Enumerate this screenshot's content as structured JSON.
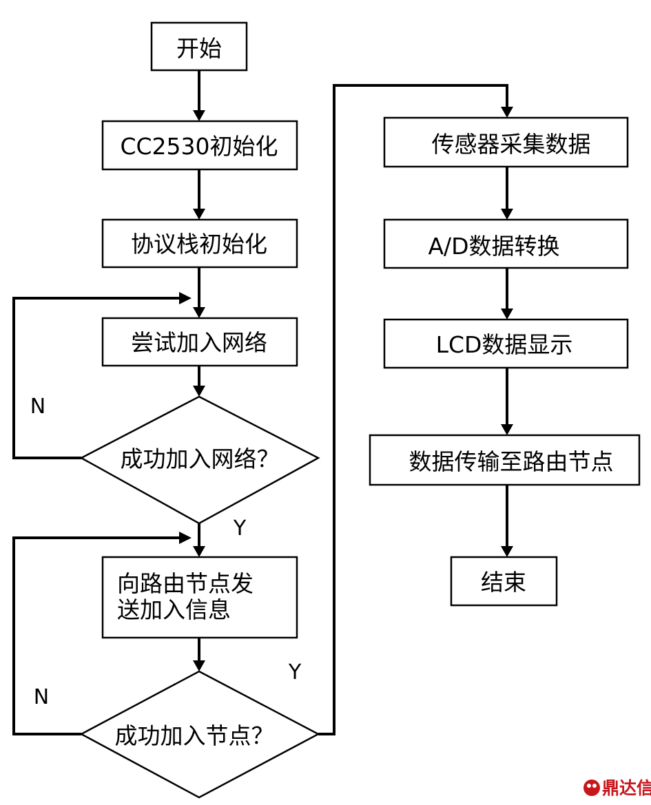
{
  "nodes": {
    "start": "开始",
    "init_cc2530": "CC2530初始化",
    "init_stack": "协议栈初始化",
    "try_join": "尝试加入网络",
    "join_ok_q": "成功加入网络？",
    "send_join_line1": "向路由节点发",
    "send_join_line2": "送加入信息",
    "node_ok_q": "成功加入节点？",
    "sensor": "传感器采集数据",
    "ad": "A/D数据转换",
    "lcd": "LCD数据显示",
    "transmit": "数据传输至路由节点",
    "end": "结束"
  },
  "branches": {
    "yes": "Y",
    "no": "N"
  },
  "watermark": {
    "text": "鼎达信",
    "color": "#c8161d"
  }
}
